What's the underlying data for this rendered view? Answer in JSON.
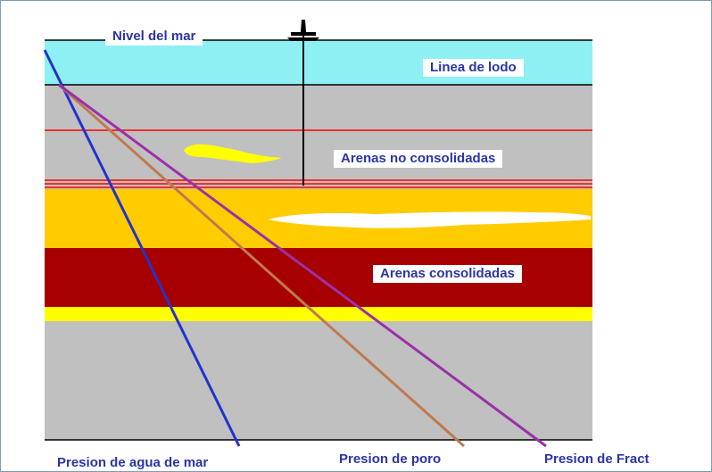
{
  "labels": {
    "sea_level": "Nivel del mar",
    "mud_line": "Linea de lodo",
    "unconsolidated_sands": "Arenas no consolidadas",
    "consolidated_sands": "Arenas consolidadas",
    "seawater_pressure": "Presion de agua de mar",
    "pore_pressure": "Presion de poro",
    "fracture_pressure": "Presion de Fract"
  },
  "colors": {
    "sea": "#8ff0f4",
    "sediment": "#c0c0c0",
    "yellow_sand": "#ffcc00",
    "bright_yellow": "#ffff00",
    "consolidated_red": "#a60000",
    "red_line": "#ff0000",
    "seawater_line": "#2233cc",
    "pore_line": "#c07a50",
    "fracture_line": "#9b30a8",
    "label_text": "#2b35a8"
  },
  "icons": {
    "rig": "drilling-rig-icon"
  }
}
